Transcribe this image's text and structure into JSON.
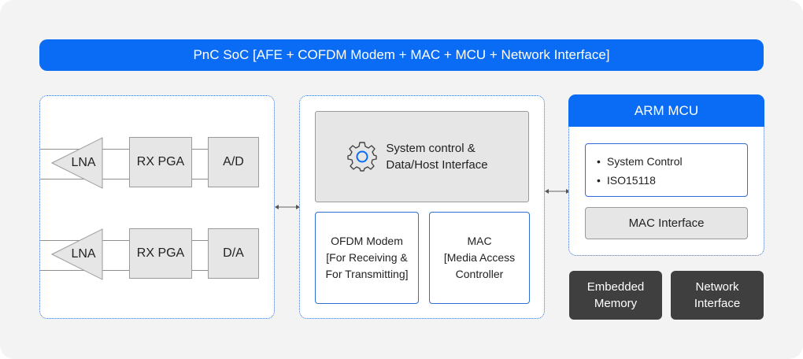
{
  "banner": {
    "title": "PnC SoC [AFE + COFDM Modem + MAC + MCU + Network Interface]"
  },
  "afe": {
    "rx": {
      "amp": "LNA",
      "pga": "RX PGA",
      "converter": "A/D"
    },
    "tx": {
      "amp": "LNA",
      "pga": "RX PGA",
      "converter": "D/A"
    }
  },
  "core": {
    "system": {
      "line1": "System control &",
      "line2": "Data/Host Interface",
      "icon": "gear-icon"
    },
    "ofdm": {
      "line1": "OFDM Modem",
      "line2": "[For Receiving &",
      "line3": "For Transmitting]"
    },
    "mac": {
      "line1": "MAC",
      "line2": "[Media Access",
      "line3": "Controller"
    }
  },
  "arm": {
    "title": "ARM MCU",
    "items": [
      "System Control",
      "ISO15118"
    ],
    "mac_interface": "MAC Interface"
  },
  "memory": {
    "line1": "Embedded",
    "line2": "Memory"
  },
  "network": {
    "line1": "Network",
    "line2": "Interface"
  },
  "colors": {
    "accent": "#0a6cf4",
    "dark": "#3f3f3f",
    "border": "#2f6fd6"
  }
}
